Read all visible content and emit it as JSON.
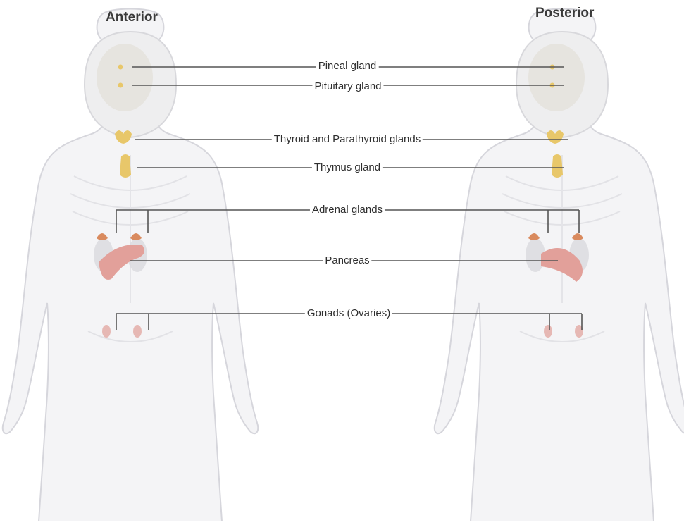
{
  "views": {
    "anterior": "Anterior",
    "posterior": "Posterior"
  },
  "labels": {
    "pineal": "Pineal gland",
    "pituitary": "Pituitary gland",
    "thyroid": "Thyroid and Parathyroid glands",
    "thymus": "Thymus gland",
    "adrenal": "Adrenal glands",
    "pancreas": "Pancreas",
    "gonads": "Gonads (Ovaries)"
  },
  "colors": {
    "body_fill": "#f4f4f6",
    "body_stroke": "#d6d6dc",
    "head_fill": "#ececec",
    "brain": "#e0dcd2",
    "gland_yellow": "#e8c76a",
    "adrenal": "#d98a5e",
    "kidney": "#d9d9de",
    "pancreas": "#e2a09a",
    "ovary": "#e6b8b4",
    "leader": "#555555"
  }
}
